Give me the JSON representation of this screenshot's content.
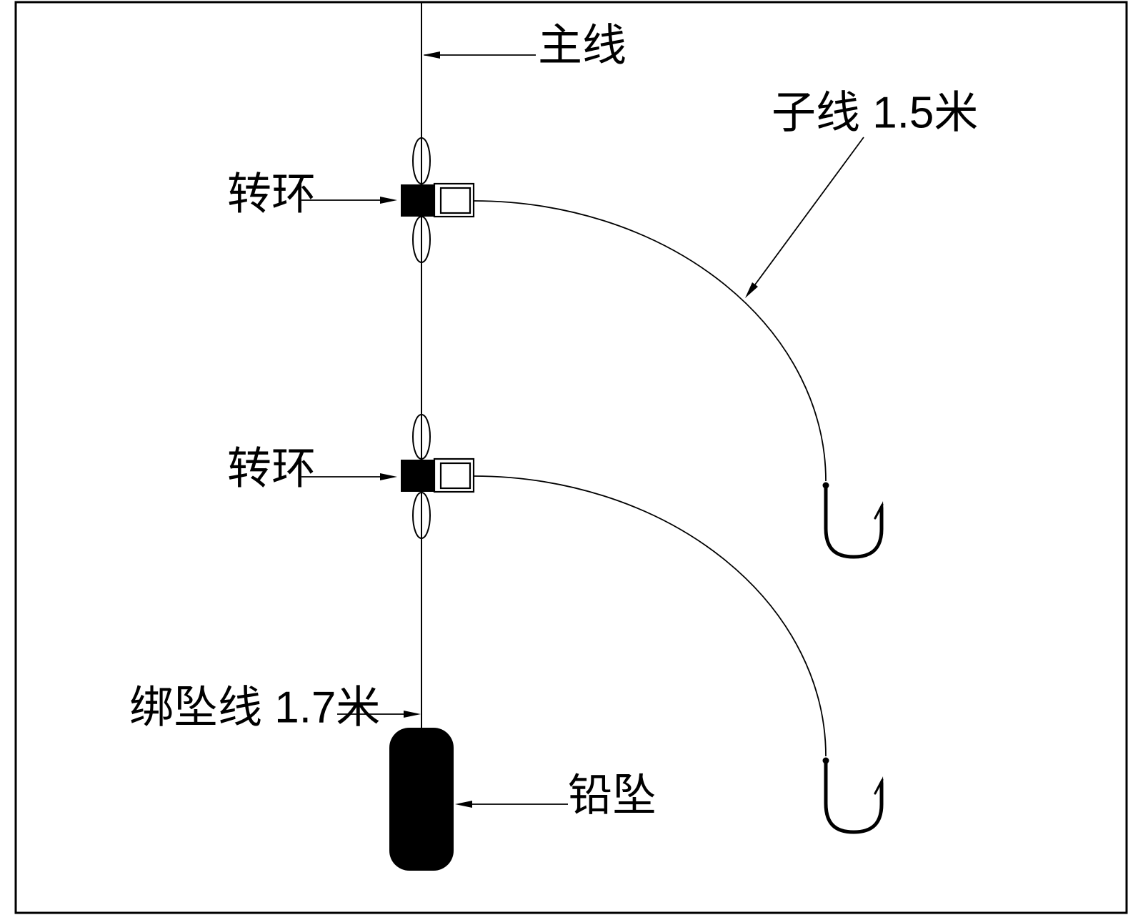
{
  "colors": {
    "ink": "#000000",
    "paper": "#ffffff"
  },
  "labels": {
    "main_line": "主线",
    "sub_line": "子线 1.5米",
    "swivel_upper": "转环",
    "swivel_lower": "转环",
    "sinker_line": "绑坠线 1.7米",
    "sinker": "铅坠"
  }
}
